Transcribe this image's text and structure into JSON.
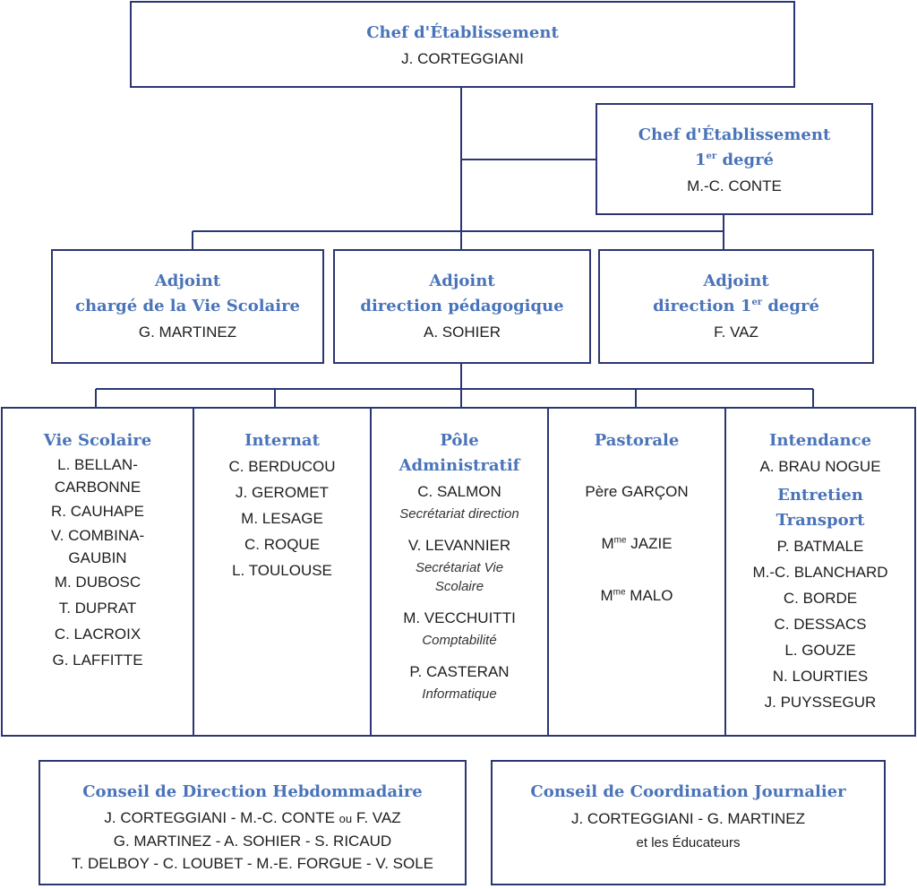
{
  "top": {
    "title": "Chef d'Établissement",
    "name": "J. CORTEGGIANI"
  },
  "primary": {
    "title_line1": "Chef d'Établissement",
    "title_line2_num": "1",
    "title_line2_sup": "er",
    "title_line2_rest": " degré",
    "name": "M.-C. CONTE"
  },
  "adjoints": [
    {
      "line1": "Adjoint",
      "line2": "chargé de la Vie Scolaire",
      "name": "G. MARTINEZ"
    },
    {
      "line1": "Adjoint",
      "line2": "direction pédagogique",
      "name": "A. SOHIER"
    },
    {
      "line1": "Adjoint",
      "line2_pre": "direction 1",
      "line2_sup": "er",
      "line2_post": " degré",
      "name": "F. VAZ"
    }
  ],
  "vie_scolaire": {
    "title": "Vie Scolaire",
    "members": [
      "L. BELLAN-",
      "CARBONNE",
      "R. CAUHAPE",
      "V. COMBINA-",
      "GAUBIN",
      "M. DUBOSC",
      "T. DUPRAT",
      "C. LACROIX",
      "G. LAFFITTE"
    ]
  },
  "internat": {
    "title": "Internat",
    "members": [
      "C. BERDUCOU",
      "J. GEROMET",
      "M. LESAGE",
      "C. ROQUE",
      "L. TOULOUSE"
    ]
  },
  "pole": {
    "title_line1": "Pôle",
    "title_line2": "Administratif",
    "members": [
      {
        "name": "C. SALMON",
        "role": [
          "Secrétariat direction"
        ]
      },
      {
        "name": "V. LEVANNIER",
        "role": [
          "Secrétariat Vie",
          "Scolaire"
        ]
      },
      {
        "name": "M. VECCHUITTI",
        "role": [
          "Comptabilité"
        ]
      },
      {
        "name": "P. CASTERAN",
        "role": [
          "Informatique"
        ]
      }
    ]
  },
  "pastorale": {
    "title": "Pastorale",
    "pere": "Père GARÇON",
    "mme_prefix": "M",
    "mme_sup": "me",
    "mme": [
      " JAZIE",
      " MALO"
    ]
  },
  "intendance": {
    "title": "Intendance",
    "head": "A. BRAU NOGUE",
    "sub_line1": "Entretien",
    "sub_line2": "Transport",
    "members": [
      "P. BATMALE",
      "M.-C. BLANCHARD",
      "C. BORDE",
      "C. DESSACS",
      "L. GOUZE",
      "N. LOURTIES",
      "J. PUYSSEGUR"
    ]
  },
  "conseil_direction": {
    "title": "Conseil de Direction Hebdommadaire",
    "line1_a": "J. CORTEGGIANI - M.-C. CONTE ",
    "line1_ou": "ou",
    "line1_b": " F. VAZ",
    "line2": "G. MARTINEZ - A. SOHIER - S. RICAUD",
    "line3": "T. DELBOY - C. LOUBET - M.-E. FORGUE - V. SOLE"
  },
  "conseil_coord": {
    "title": "Conseil de Coordination Journalier",
    "line1": "J. CORTEGGIANI - G. MARTINEZ",
    "line2": "et les Éducateurs"
  }
}
